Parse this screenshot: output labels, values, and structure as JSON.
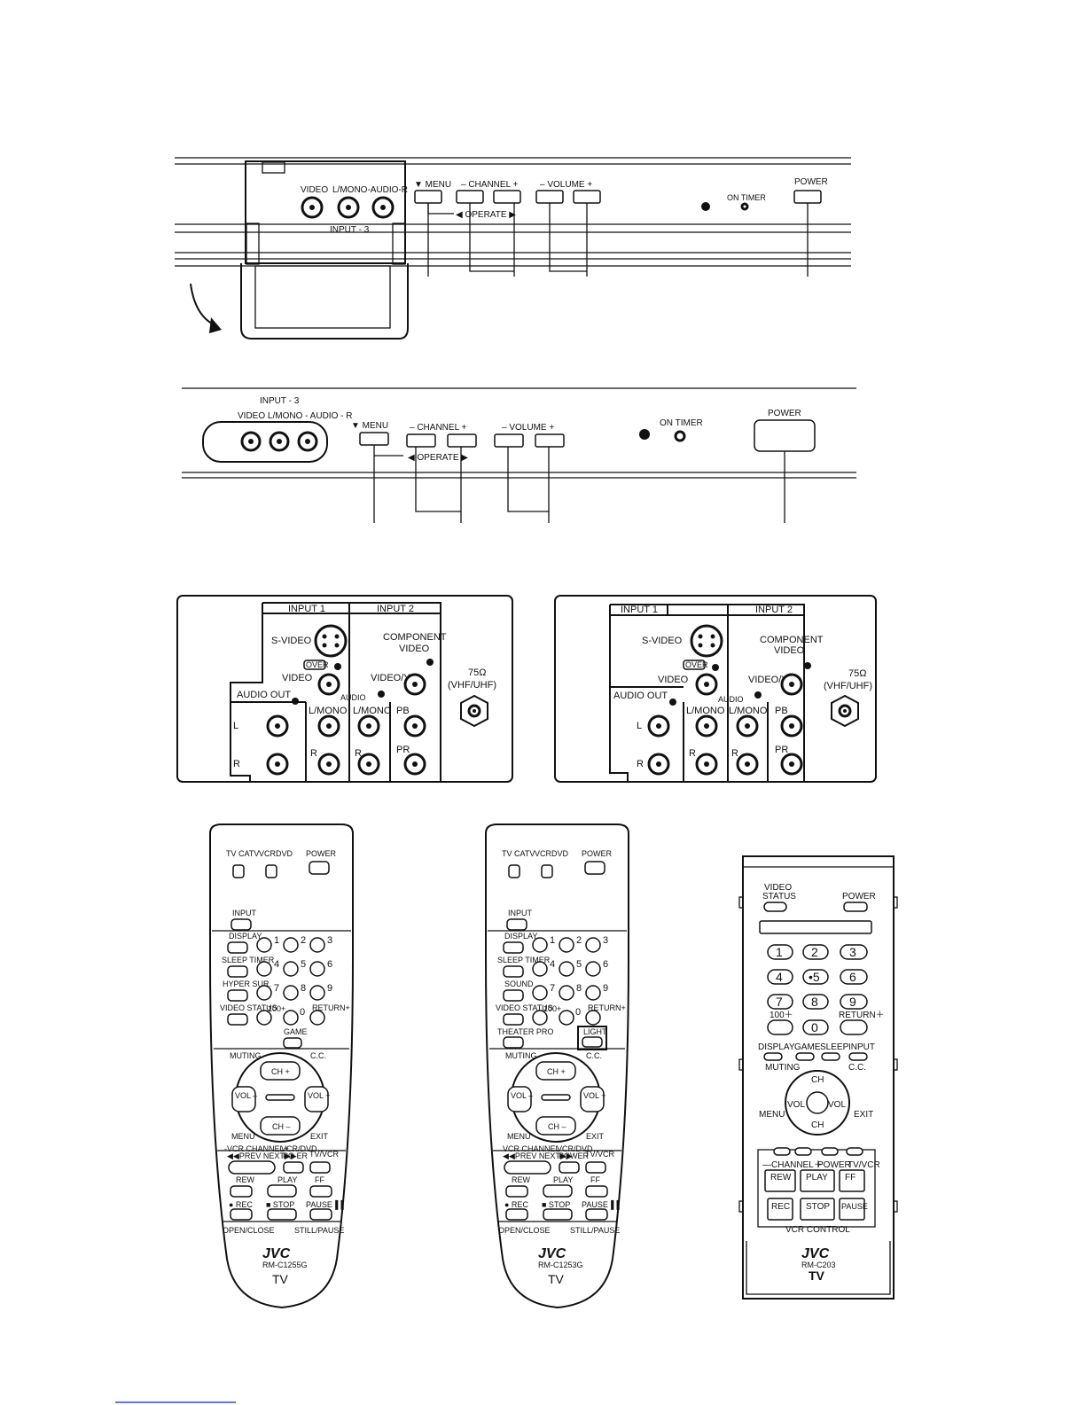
{
  "front_panel_a": {
    "video": "VIDEO",
    "audio": "L/MONO-AUDIO-R",
    "input": "INPUT - 3",
    "menu": "▼ MENU",
    "channel": "– CHANNEL +",
    "volume": "– VOLUME +",
    "operate": "◀ OPERATE ▶",
    "on_timer": "ON TIMER",
    "power": "POWER"
  },
  "front_panel_b": {
    "input": "INPUT - 3",
    "jacks_label": "VIDEO  L/MONO - AUDIO - R",
    "menu": "▼ MENU",
    "channel": "– CHANNEL +",
    "volume": "– VOLUME +",
    "operate": "◀ OPERATE ▶",
    "on_timer": "ON TIMER",
    "power": "POWER"
  },
  "rear_panel": {
    "input1": "INPUT 1",
    "input2": "INPUT 2",
    "svideo": "S-VIDEO",
    "over": "OVER",
    "video": "VIDEO",
    "audio": "AUDIO",
    "lmono": "L/MONO",
    "r": "R",
    "l": "L",
    "audio_out": "AUDIO OUT",
    "component": "COMPONENT",
    "component2": "VIDEO",
    "video_y": "VIDEO/Y",
    "pb": "PB",
    "pr": "PR",
    "antenna": "75Ω",
    "antenna2": "(VHF/UHF)"
  },
  "remote1": {
    "tv": "TV",
    "catv": "CATV",
    "vcr": "VCR",
    "dvd": "DVD",
    "power": "POWER",
    "input": "INPUT",
    "display": "DISPLAY",
    "sleep": "SLEEP TIMER",
    "row3": "HYPER SUR.",
    "video_status": "VIDEO STATUS",
    "hundred": "100+",
    "zero": "0",
    "return": "RETURN+",
    "extra": "GAME",
    "muting": "MUTING",
    "cc": "C.C.",
    "chp": "CH +",
    "chm": "CH –",
    "volm": "VOL –",
    "volp": "VOL +",
    "menu": "MENU",
    "exit": "EXIT",
    "vcr_channel": "-VCR CHANNEL+",
    "prev_next": "◀◀PREV  NEXT▶▶",
    "vcr_dvd": "VCR/DVD",
    "power2": "PO   ER",
    "tv_vcr": "TV/VCR",
    "rew": "REW",
    "play": "PLAY",
    "ff": "FF",
    "rec": "● REC",
    "stop": "■ STOP",
    "pause": "PAUSE▐▐",
    "open_close": "OPEN/CLOSE",
    "still_pause": "STILL/PAUSE",
    "brand": "JVC",
    "model": "RM-C1255G",
    "tv_label": "TV"
  },
  "remote2": {
    "tv": "TV",
    "catv": "CATV",
    "vcr": "VCR",
    "dvd": "DVD",
    "power": "POWER",
    "input": "INPUT",
    "display": "DISPLAY",
    "sleep": "SLEEP TIMER",
    "row3": "SOUND",
    "video_status": "VIDEO STATUS",
    "hundred": "100+",
    "zero": "0",
    "return": "RETURN+",
    "theater": "THEATER PRO",
    "light": "LIGHT",
    "muting": "MUTING",
    "cc": "C.C.",
    "chp": "CH +",
    "chm": "CH –",
    "volm": "VOL –",
    "volp": "VOL +",
    "menu": "MENU",
    "exit": "EXIT",
    "vcr_channel": "VCR CHANNEL",
    "prev_next": "◀◀PREV  NEXT▶▶",
    "vcr_dvd": "VCR/DVD",
    "power2": "POWER",
    "tv_vcr": "TV/VCR",
    "rew": "REW",
    "play": "PLAY",
    "ff": "FF",
    "rec": "● REC",
    "stop": "■ STOP",
    "pause": "PAUSE▐▐",
    "open_close": "OPEN/CLOSE",
    "still_pause": "STILL/PAUSE",
    "brand": "JVC",
    "model": "RM-C1253G",
    "tv_label": "TV"
  },
  "remote3": {
    "video_status": "VIDEO",
    "video_status2": "STATUS",
    "power": "POWER",
    "n1": "1",
    "n2": "2",
    "n3": "3",
    "n4": "4",
    "n5": "•5",
    "n6": "6",
    "n7": "7",
    "n8": "8",
    "n9": "9",
    "hundred": "100＋",
    "zero": "0",
    "return": "RETURN＋",
    "display": "DISPLAY",
    "game": "GAME",
    "sleep": "SLEEP",
    "input": "INPUT",
    "muting": "MUTING",
    "cc": "C.C.",
    "ch": "CH",
    "vol": "VOL",
    "menu": "MENU",
    "exit": "EXIT",
    "channel": "—CHANNEL＋",
    "power2": "POWER",
    "tv_vcr": "TV/VCR",
    "rew": "REW",
    "play": "PLAY",
    "ff": "FF",
    "rec": "REC",
    "stop": "STOP",
    "pause": "PAUSE",
    "vcr_control": "VCR CONTROL",
    "brand": "JVC",
    "model": "RM-C203",
    "tv_label": "TV"
  }
}
